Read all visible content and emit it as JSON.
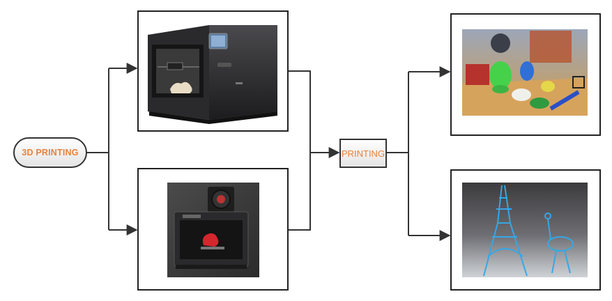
{
  "nodes": {
    "start": {
      "label": "3D PRINTING"
    },
    "process": {
      "label": "PRINTING"
    }
  },
  "images": {
    "printer_large": {
      "subject": "industrial 3D printer"
    },
    "printer_small": {
      "subject": "desktop 3D printer"
    },
    "output_models": {
      "subject": "printed figurines"
    },
    "output_tower": {
      "subject": "printed Eiffel tower"
    }
  },
  "colors": {
    "label_text": "#e8813a",
    "line": "#333333",
    "frame": "#222222",
    "node_fill_top": "#ffffff",
    "node_fill_bottom": "#e6e6e6"
  }
}
